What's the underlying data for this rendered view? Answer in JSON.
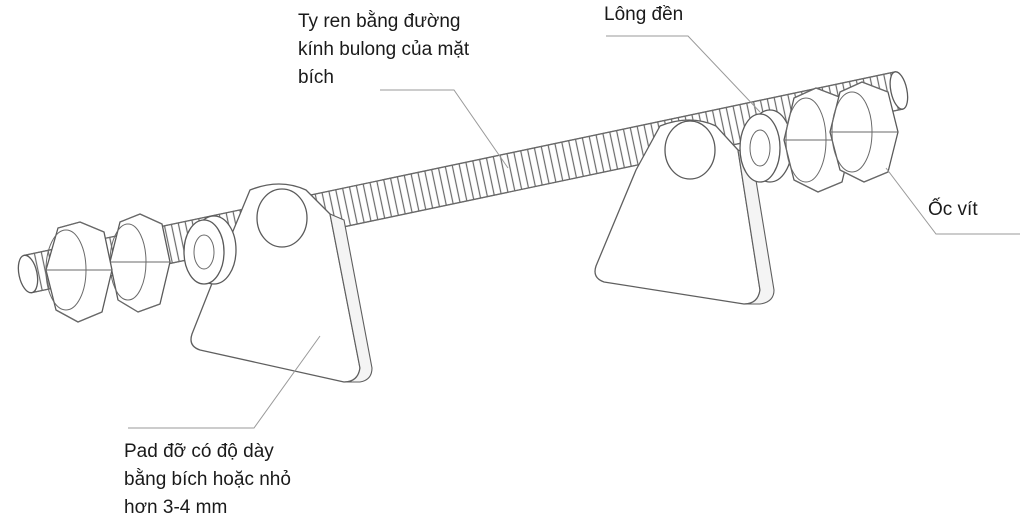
{
  "labels": {
    "rod": [
      "Ty ren bằng đường",
      "kính bulong của mặt",
      "bích"
    ],
    "washer": [
      "Lông đền"
    ],
    "nut": [
      "Ốc vít"
    ],
    "pad": [
      "Pad đỡ có độ dày",
      "bằng bích hoặc nhỏ",
      "hơn 3-4 mm"
    ]
  },
  "colors": {
    "line": "#5a5a5a",
    "leader": "#9a9a9a",
    "text": "#1a1a1a",
    "background": "#ffffff"
  }
}
